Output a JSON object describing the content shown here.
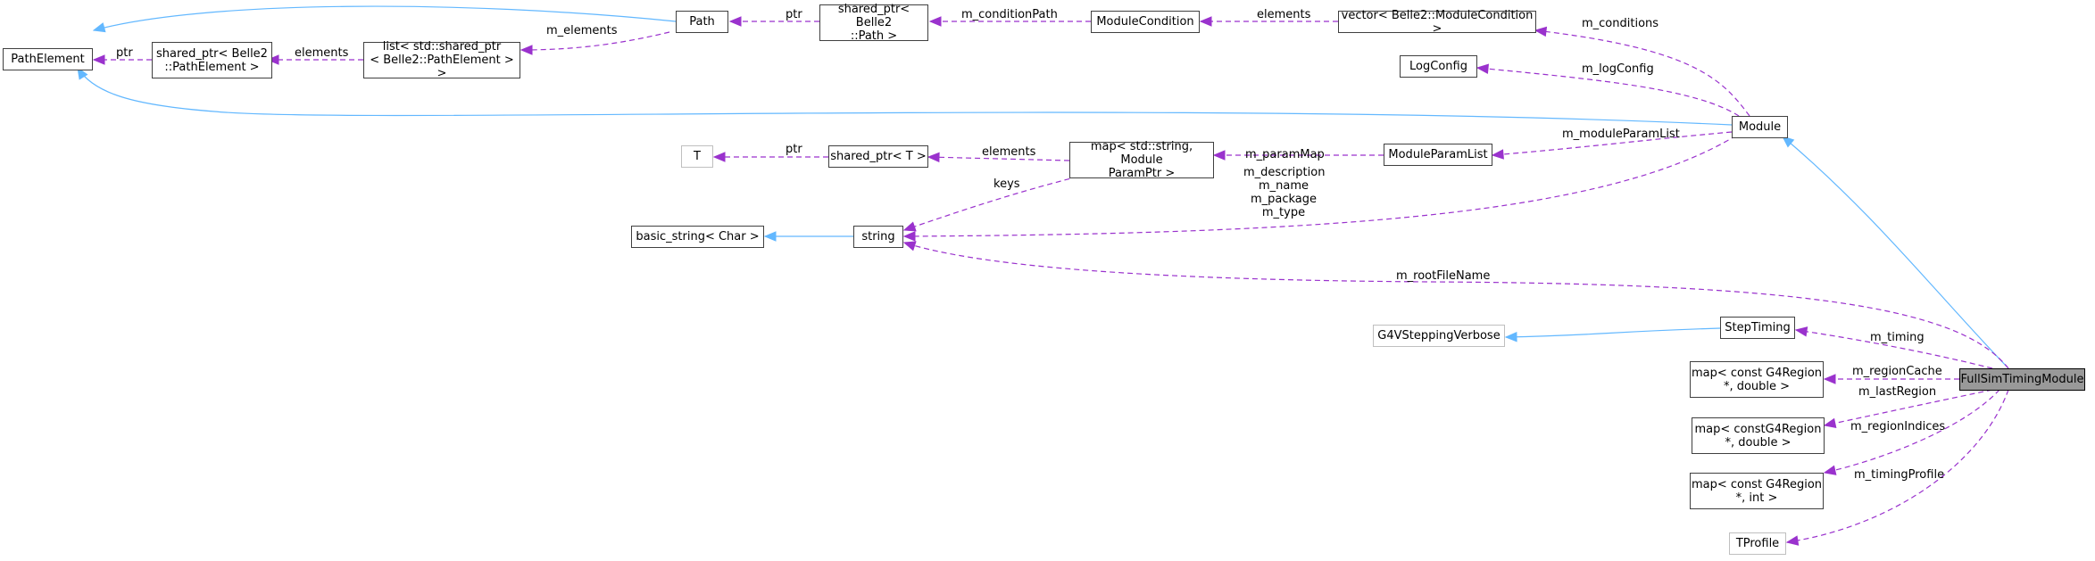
{
  "diagram": {
    "title": "",
    "nodes": {
      "path_element": "PathElement",
      "shared_ptr_belle2_pathelement": "shared_ptr< Belle2\n::PathElement >",
      "list_shared_ptr": "list< std::shared_ptr\n< Belle2::PathElement > >",
      "path": "Path",
      "shared_ptr_belle2_path": "shared_ptr< Belle2\n::Path >",
      "module_condition": "ModuleCondition",
      "vector_module_condition": "vector< Belle2::ModuleCondition >",
      "log_config": "LogConfig",
      "module": "Module",
      "t": "T",
      "shared_ptr_t": "shared_ptr< T >",
      "map_module_paramptr": "map< std::string, Module\nParamPtr >",
      "module_param_list": "ModuleParamList",
      "basic_string_char": "basic_string< Char >",
      "string": "string",
      "g4_stepping_verbose": "G4VSteppingVerbose",
      "step_timing": "StepTiming",
      "map_region_cache": "map< const G4Region\n*, double >",
      "map_last_region": "map< constG4Region\n*, double >",
      "map_region_indices": "map< const G4Region\n*, int >",
      "tprofile": "TProfile",
      "full_sim_timing_module": "FullSimTimingModule"
    },
    "edge_labels": {
      "ptr_pathelement": "ptr",
      "elements_list": "elements",
      "m_elements": "m_elements",
      "ptr_path": "ptr",
      "m_condition_path": "m_conditionPath",
      "elements_conditions": "elements",
      "m_conditions": "m_conditions",
      "m_log_config": "m_logConfig",
      "ptr_t": "ptr",
      "elements_shared_t": "elements",
      "m_param_map": "m_paramMap",
      "m_module_param_list": "m_moduleParamList",
      "keys": "keys",
      "string_members": "m_description\nm_name\nm_package\nm_type",
      "m_root_file_name": "m_rootFileName",
      "m_timing": "m_timing",
      "m_region_cache": "m_regionCache",
      "m_last_region": "m_lastRegion",
      "m_region_indices": "m_regionIndices",
      "m_timing_profile": "m_timingProfile"
    },
    "colors": {
      "inheritance": "#63b8ff",
      "usage": "#9a32cd",
      "node_border": "#404040",
      "external_node_border": "#bfbfbf",
      "focus_fill": "#999999"
    }
  }
}
